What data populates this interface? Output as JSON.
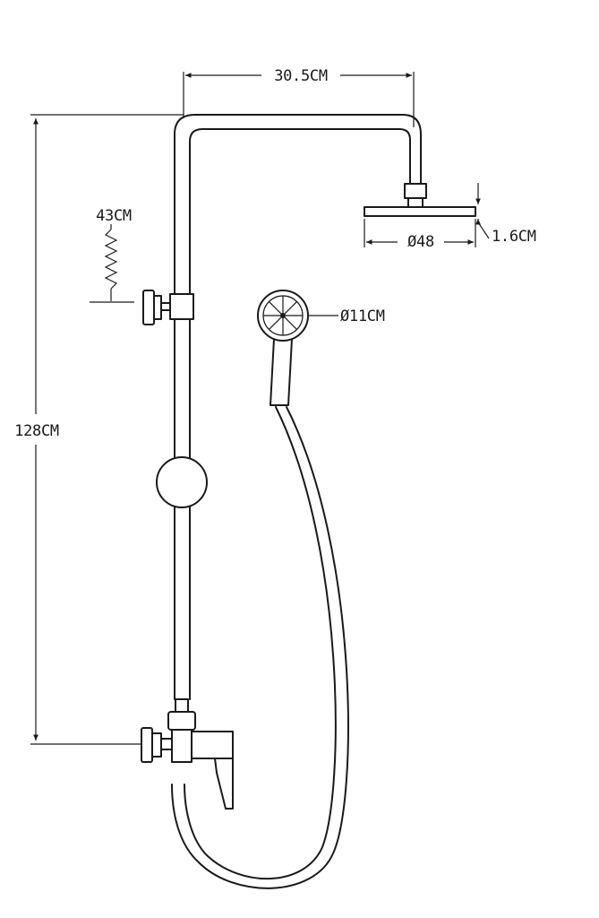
{
  "dimensions": {
    "arm_width": "30.5CM",
    "total_height": "128CM",
    "slide_travel": "43CM",
    "head_thickness": "1.6CM",
    "head_diameter": "Ø48",
    "hand_diameter": "Ø11CM"
  },
  "colors": {
    "line": "#1a1a1a",
    "background": "#ffffff"
  }
}
